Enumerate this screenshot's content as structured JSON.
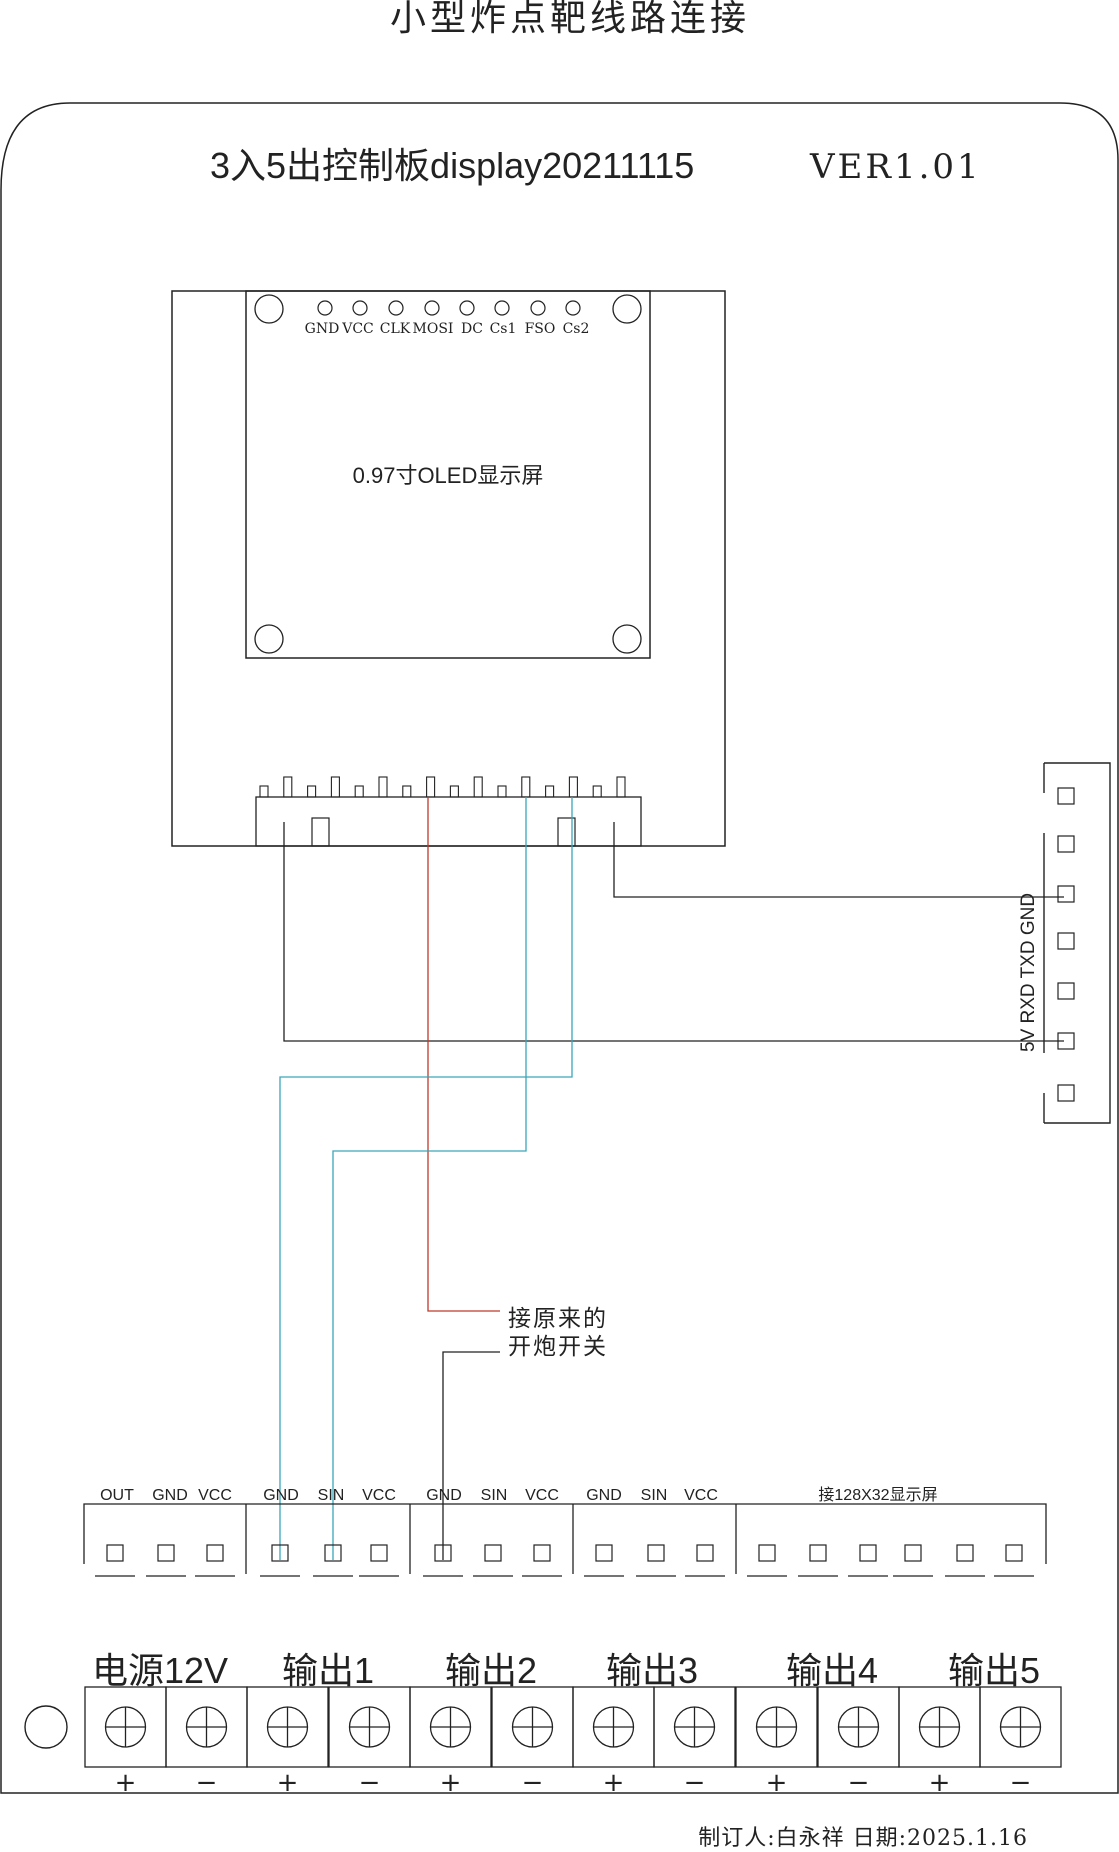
{
  "title": "小型炸点靶线路连接",
  "board": {
    "title": "3入5出控制板display20211115",
    "version": "VER1.01"
  },
  "oled": {
    "label": "0.97寸OLED显示屏",
    "pins": [
      "GND",
      "VCC",
      "CLK",
      "MOSI",
      "DC",
      "Cs1",
      "FSO",
      "Cs2"
    ]
  },
  "serial_connector": {
    "label": "5V RXD TXD GND"
  },
  "note": {
    "line1": "接原来的",
    "line2": "开炮开关"
  },
  "headers": {
    "group1": [
      "OUT",
      "GND",
      "VCC"
    ],
    "group2": [
      "GND",
      "SIN",
      "VCC"
    ],
    "group3": [
      "GND",
      "SIN",
      "VCC"
    ],
    "group4": [
      "GND",
      "SIN",
      "VCC"
    ],
    "display_label": "接128X32显示屏"
  },
  "terminals": {
    "labels": [
      "电源12V",
      "输出1",
      "输出2",
      "输出3",
      "输出4",
      "输出5"
    ],
    "polarity": [
      "+",
      "−",
      "+",
      "−",
      "+",
      "−",
      "+",
      "−",
      "+",
      "−",
      "+",
      "−"
    ]
  },
  "footer": "制订人:白永祥 日期:2025.1.16",
  "colors": {
    "line": "#222222",
    "red_wire": "#c0392b",
    "cyan_wire": "#3aa6b9"
  }
}
